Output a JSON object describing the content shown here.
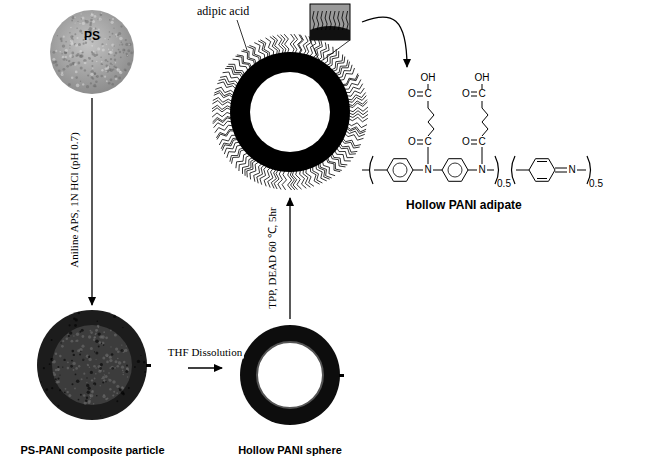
{
  "diagram": {
    "nodes": [
      {
        "text": [
          "PS"
        ]
      },
      {
        "text": [
          "PS-PANI composite particle"
        ]
      },
      {
        "text": [
          "Hollow PANI sphere"
        ]
      },
      {
        "text": [
          "adipic acid"
        ]
      },
      {
        "text": [
          "Hollow PANI adipate"
        ]
      }
    ],
    "edges": [
      {
        "from": 0,
        "to": 1,
        "arrow": "to",
        "label": "Aniline APS, 1N HCl (pH 0.7)"
      },
      {
        "from": 1,
        "to": 2,
        "arrow": "to",
        "label": "THF Dissolution"
      },
      {
        "from": 2,
        "to": 3,
        "arrow": "to",
        "label": "TPP, DEAD 60 ℃, 5hr"
      },
      {
        "from": 3,
        "to": 4,
        "arrow": "to"
      }
    ],
    "labels": [
      "OH",
      "O",
      "C",
      "O",
      "C",
      "N",
      "OH",
      "O",
      "C",
      "O",
      "C",
      "N",
      "0.5",
      "N",
      "0.5"
    ]
  }
}
